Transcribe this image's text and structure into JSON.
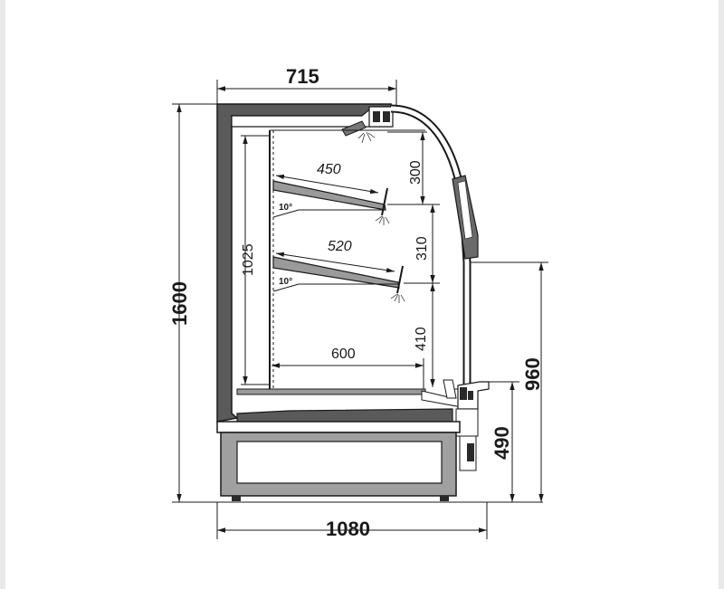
{
  "dimensions": {
    "top_width": "715",
    "total_height": "1600",
    "inner_height": "1025",
    "shelf1_depth": "450",
    "shelf2_depth": "520",
    "bottom_depth": "600",
    "gap_top": "300",
    "gap_middle": "310",
    "gap_bottom": "410",
    "front_height": "960",
    "base_height": "490",
    "total_depth": "1080"
  },
  "angles": {
    "shelf1": "10°",
    "shelf2": "10°"
  },
  "colors": {
    "line": "#1a1a1a",
    "cabinet_fill": "#5a5a5a",
    "base_fill": "#a0a0a0",
    "glass": "#ffffff"
  }
}
